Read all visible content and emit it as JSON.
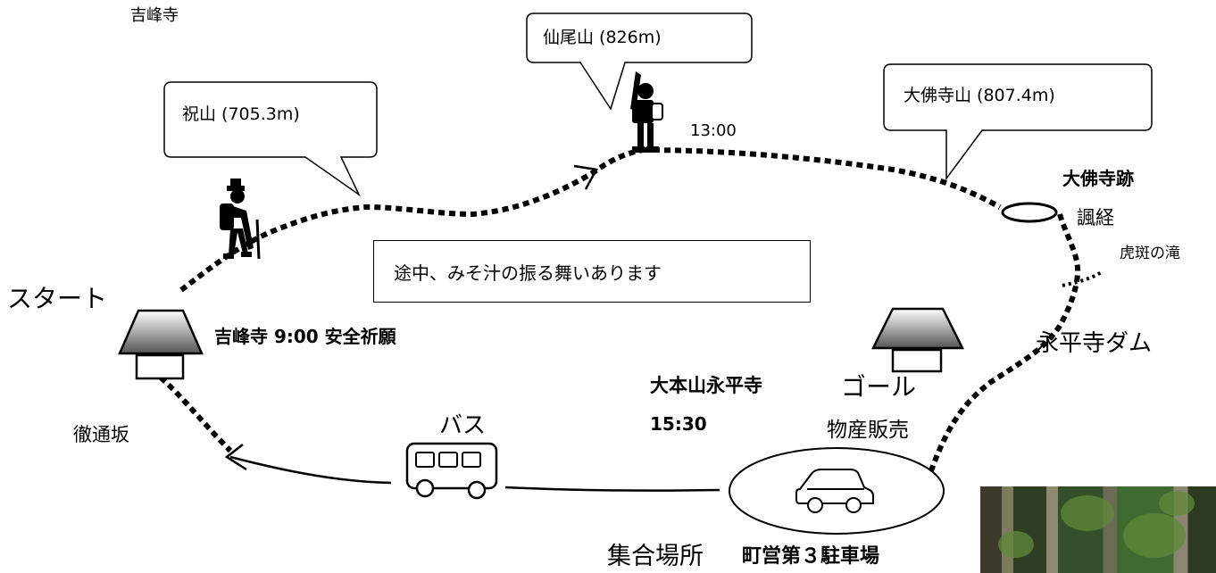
{
  "title": "吉峰寺",
  "peaks": {
    "iwaiyama": "祝山 (705.3m)",
    "senbiyama": "仙尾山 (826m)",
    "daibutsujiyama": "大佛寺山 (807.4m)"
  },
  "time_1300": "13:00",
  "daibutsuji_ruins": "大佛寺跡",
  "fugin": "諷経",
  "torafu_falls": "虎斑の滝",
  "miso_soup_notice": "途中、みそ汁の振る舞いあります",
  "start": "スタート",
  "start_temple": "吉峰寺 9:00 安全祈願",
  "eiheiji_dam": "永平寺ダム",
  "daihonzan": "大本山永平寺",
  "goal": "ゴール",
  "arrival_time": "15:30",
  "souvenir": "物産販売",
  "tetsuzaka": "徹通坂",
  "bus": "バス",
  "meeting_place_label": "集合場所",
  "meeting_place_name": "町営第３駐車場"
}
